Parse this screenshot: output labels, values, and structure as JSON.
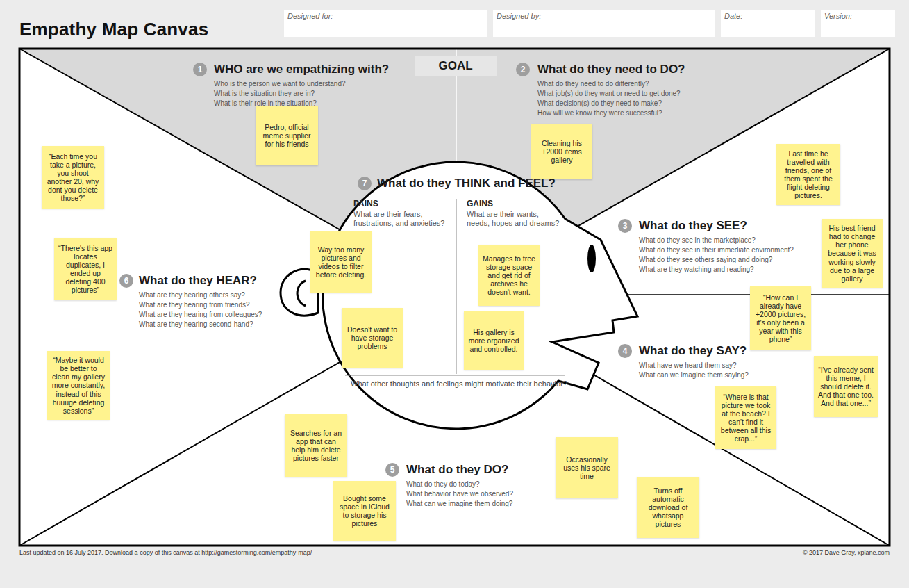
{
  "diagram": {
    "title": "Empathy Map Canvas",
    "nodes": [
      {
        "text": [
          "Designed for:"
        ]
      },
      {
        "text": [
          "Designed by:"
        ]
      },
      {
        "text": [
          "Date:"
        ]
      },
      {
        "text": [
          "Version:"
        ]
      },
      {
        "text": [
          "WHO are we empathizing with?",
          "Who is the person we want to understand?",
          "What is the situation they are in?",
          "What is their role in the situation?"
        ]
      },
      {
        "text": [
          "Pedro, official meme supplier for his friends"
        ]
      },
      {
        "text": [
          "What do they need to DO?",
          "What do they need to do differently?",
          "What job(s) do they want or need to get done?",
          "What decision(s) do they need to make?",
          "How will we know they were successful?"
        ]
      },
      {
        "text": [
          "Cleaning his +2000 items gallery"
        ]
      },
      {
        "text": [
          "“Each time you take a picture, you shoot another 20, why dont you delete those?”"
        ]
      },
      {
        "text": [
          "Last time he travelled with friends, one of them spent the flight deleting pictures."
        ]
      },
      {
        "text": [
          "What do they THINK and FEEL?",
          "What other thoughts and feelings might motivate their behavior?"
        ]
      },
      {
        "text": [
          "PAINS",
          "What are their fears, frustrations, and anxieties?"
        ],
        "in": 10
      },
      {
        "text": [
          "Way too many pictures and videos to filter before deleting."
        ],
        "in": 11
      },
      {
        "text": [
          "Doesn't want to have storage problems"
        ],
        "in": 11
      },
      {
        "text": [
          "GAINS",
          "What are their wants, needs, hopes and dreams?"
        ],
        "in": 10
      },
      {
        "text": [
          "Manages to free storage space and get rid of archives he doesn't want."
        ],
        "in": 14
      },
      {
        "text": [
          "His gallery is more organized and controlled."
        ],
        "in": 14
      },
      {
        "text": [
          "What do they SEE?",
          "What do they see in the marketplace?",
          "What do they see in their immediate environment?",
          "What do they see others saying and doing?",
          "What are they watching and reading?"
        ]
      },
      {
        "text": [
          "His best friend had to change her phone because it was working slowly due to a large gallery"
        ]
      },
      {
        "text": [
          "“There's this app locates duplicates, I ended up deleting 400 pictures”"
        ]
      },
      {
        "text": [
          "What do they HEAR?",
          "What are they hearing others say?",
          "What are they hearing from friends?",
          "What are they hearing from colleagues?",
          "What are they hearing second-hand?"
        ]
      },
      {
        "text": [
          "“How can I already have +2000 pictures, it's only been a year with this phone”"
        ]
      },
      {
        "text": [
          "What do they SAY?",
          "What have we heard them say?",
          "What can we imagine them saying?"
        ]
      },
      {
        "text": [
          "“I've already sent this meme, I should delete it. And that one too. And that one...”"
        ]
      },
      {
        "text": [
          "“Maybe it would be better to clean my gallery more constantly, instead of this huuuge deleting sessions”"
        ]
      },
      {
        "text": [
          "“Where is that picture we took at the beach? I can't find it between all this crap...”"
        ]
      },
      {
        "text": [
          "Searches for an app that can help him delete pictures faster"
        ]
      },
      {
        "text": [
          "What do they DO?",
          "What do they do today?",
          "What behavior have we observed?",
          "What can we imagine them doing?"
        ]
      },
      {
        "text": [
          "Occasionally uses his spare time"
        ]
      },
      {
        "text": [
          "Turns off automatic download of whatsapp pictures"
        ]
      },
      {
        "text": [
          "Bought some space in iCloud to storage his pictures"
        ]
      }
    ],
    "labels": [
      "GOAL",
      "1",
      "2",
      "3",
      "4",
      "5",
      "6",
      "7",
      "Last updated on 16 July 2017. Download a copy of this canvas at http://gamestorming.com/empathy-map/",
      "© 2017 Dave Gray, xplane.com"
    ]
  }
}
